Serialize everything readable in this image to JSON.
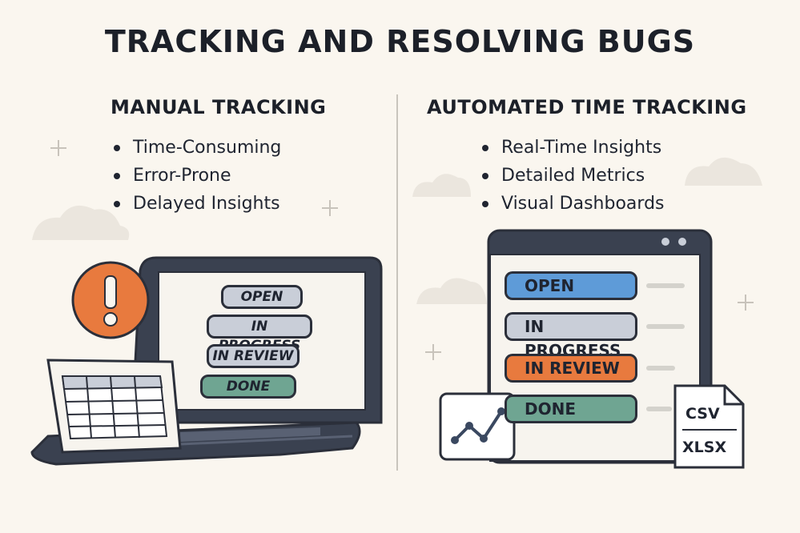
{
  "title": "TRACKING AND RESOLVING BUGS",
  "left": {
    "heading": "MANUAL TRACKING",
    "bullets": [
      "Time-Consuming",
      "Error-Prone",
      "Delayed Insights"
    ],
    "alert_icon": "exclamation-icon",
    "statuses": [
      "OPEN",
      "IN PROGRESS",
      "IN REVIEW",
      "DONE"
    ]
  },
  "right": {
    "heading": "AUTOMATED TIME TRACKING",
    "bullets": [
      "Real-Time Insights",
      "Detailed Metrics",
      "Visual Dashboards"
    ],
    "statuses": [
      "OPEN",
      "IN PROGRESS",
      "IN REVIEW",
      "DONE"
    ],
    "export_formats": [
      "CSV",
      "XLSX"
    ]
  },
  "colors": {
    "background": "#faf6ef",
    "outline": "#2b2f3a",
    "open_manual": "#c9ced8",
    "in_progress_manual": "#c9ced8",
    "in_review_manual": "#c9ced8",
    "done_manual": "#6fa592",
    "open_auto": "#5e9bd8",
    "in_progress_auto": "#c9ced8",
    "in_review_auto": "#e87a3e",
    "done_auto": "#6fa592",
    "alert": "#e87a3e"
  }
}
